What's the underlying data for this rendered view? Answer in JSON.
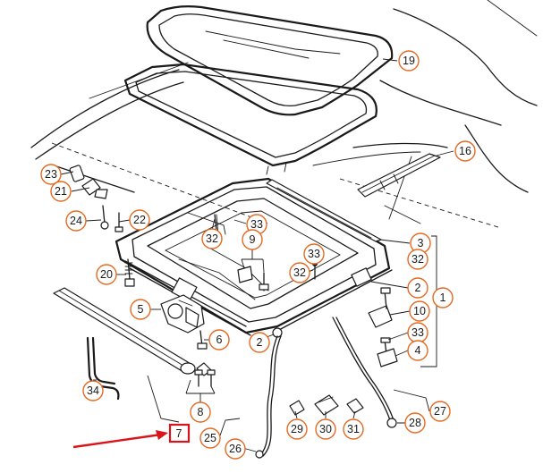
{
  "diagram": {
    "accent_color": "#e46a22",
    "highlight_color": "#d9141b",
    "callouts": {
      "c19": "19",
      "c16": "16",
      "c23": "23",
      "c21": "21",
      "c24": "24",
      "c22": "22",
      "c33a": "33",
      "c9": "9",
      "c32a": "32",
      "c3": "3",
      "c32b": "32",
      "c33b": "33",
      "c32c": "32",
      "c20": "20",
      "c2a": "2",
      "c1": "1",
      "c5": "5",
      "c10": "10",
      "c6": "6",
      "c2b": "2",
      "c33c": "33",
      "c4": "4",
      "c34": "34",
      "c8": "8",
      "c27": "27",
      "c28": "28",
      "c25": "25",
      "c26": "26",
      "c29": "29",
      "c30": "30",
      "c31": "31"
    },
    "highlighted_part": {
      "label": "7",
      "arrow_color": "#d9141b"
    }
  }
}
